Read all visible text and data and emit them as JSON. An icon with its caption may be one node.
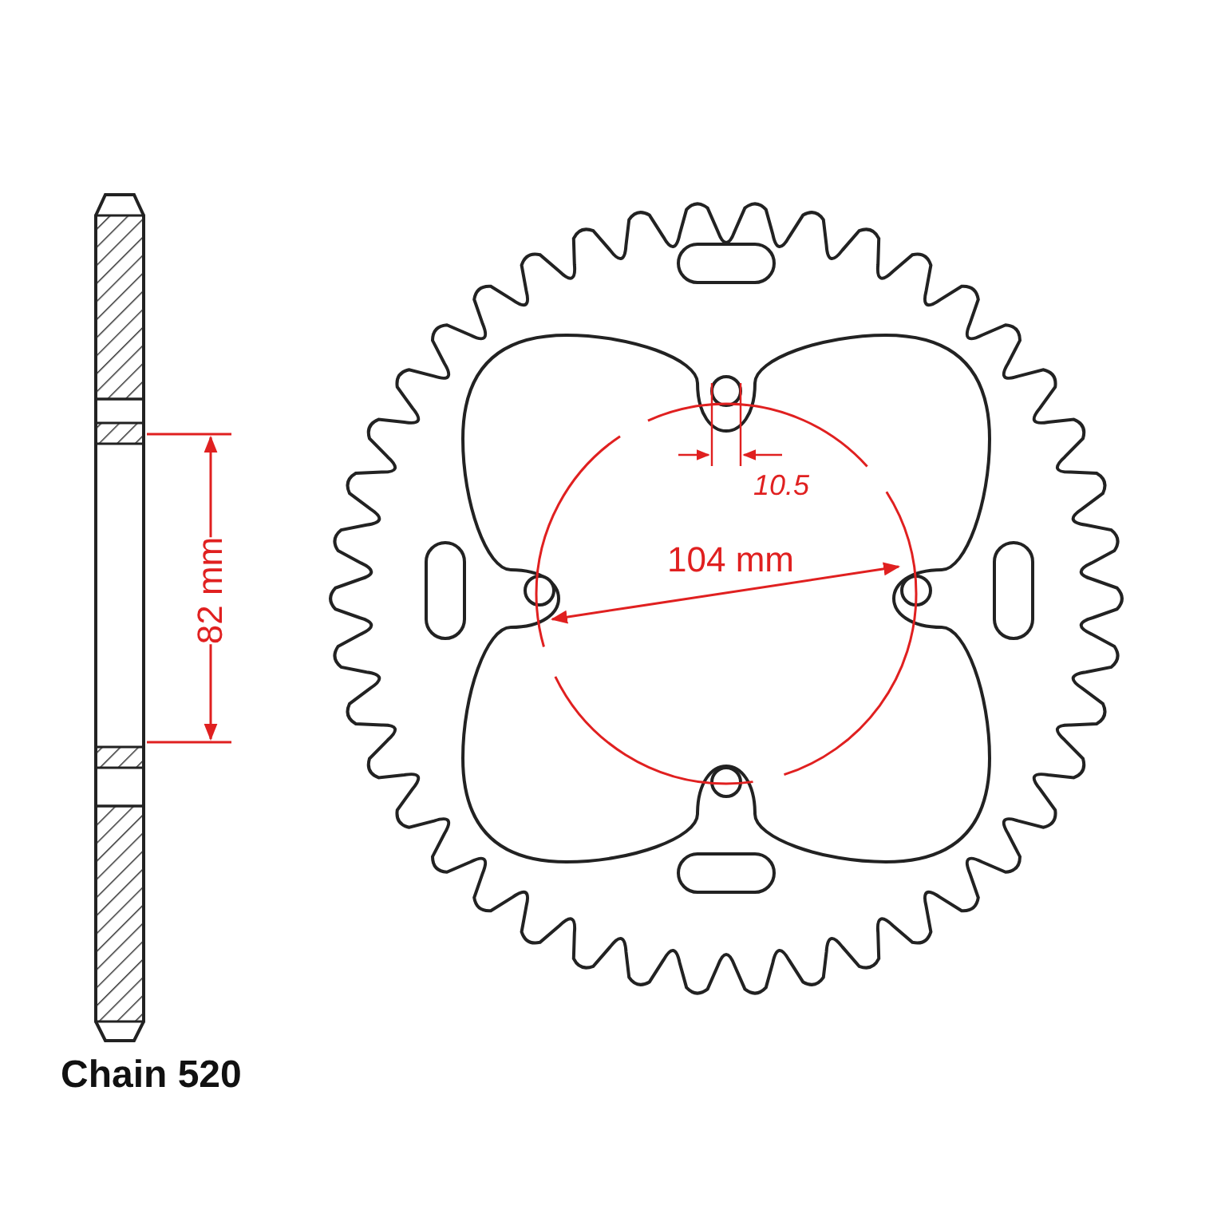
{
  "diagram": {
    "labels": [
      "82 mm",
      "10.5",
      "104 mm",
      "Chain 520"
    ]
  }
}
